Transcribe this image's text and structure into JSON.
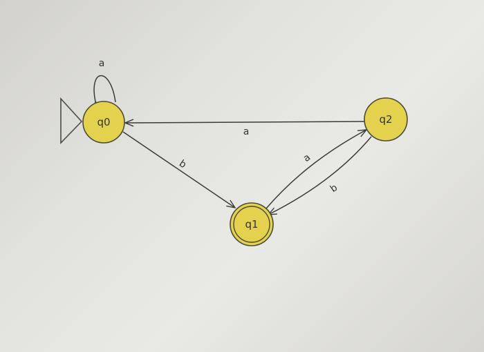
{
  "diagram": {
    "states": [
      {
        "id": "q0",
        "label": "q0",
        "initial": true,
        "accepting": false
      },
      {
        "id": "q1",
        "label": "q1",
        "initial": false,
        "accepting": true
      },
      {
        "id": "q2",
        "label": "q2",
        "initial": false,
        "accepting": false
      }
    ],
    "transitions": [
      {
        "from": "q0",
        "to": "q0",
        "label": "a"
      },
      {
        "from": "q0",
        "to": "q1",
        "label": "b"
      },
      {
        "from": "q2",
        "to": "q0",
        "label": "a"
      },
      {
        "from": "q1",
        "to": "q2",
        "label": "a"
      },
      {
        "from": "q2",
        "to": "q1",
        "label": "b"
      }
    ]
  },
  "colors": {
    "state_fill": "#e4d24f",
    "state_stroke": "#4a4a3a",
    "edge_stroke": "#3a3a3a"
  }
}
